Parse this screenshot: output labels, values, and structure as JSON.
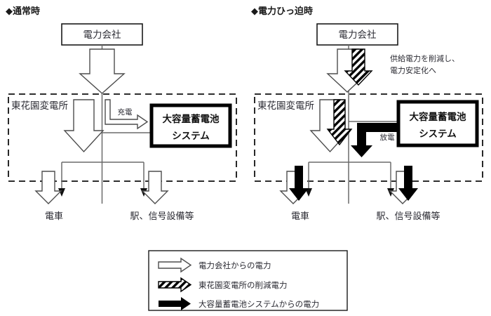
{
  "panels": [
    {
      "id": "normal",
      "heading": "◆通常時",
      "source_box": "電力会社",
      "substation_label": "東花園変電所",
      "battery_box": {
        "line1": "大容量蓄電池",
        "line2": "システム"
      },
      "flow_label": "充電",
      "loads": [
        "電車",
        "駅、信号設備等"
      ],
      "annotation": ""
    },
    {
      "id": "tight",
      "heading": "◆電力ひっ迫時",
      "source_box": "電力会社",
      "substation_label": "東花園変電所",
      "battery_box": {
        "line1": "大容量蓄電池",
        "line2": "システム"
      },
      "flow_label": "放電",
      "loads": [
        "電車",
        "駅、信号設備等"
      ],
      "annotation_line1": "供給電力を削減し、",
      "annotation_line2": "電力安定化へ"
    }
  ],
  "legend": {
    "items": [
      {
        "marker": "hollow-arrow-icon",
        "label": "電力会社からの電力"
      },
      {
        "marker": "hatched-arrow-icon",
        "label": "東花園変電所の削減電力"
      },
      {
        "marker": "solid-arrow-icon",
        "label": "大容量蓄電池システムからの電力"
      }
    ]
  },
  "colors": {
    "ink": "#1a1a1a",
    "text": "#2b2b33",
    "wire": "#6b6b6b",
    "arrow_outline": "#4d4d4d",
    "solid_fill": "#000000",
    "background": "#ffffff"
  }
}
